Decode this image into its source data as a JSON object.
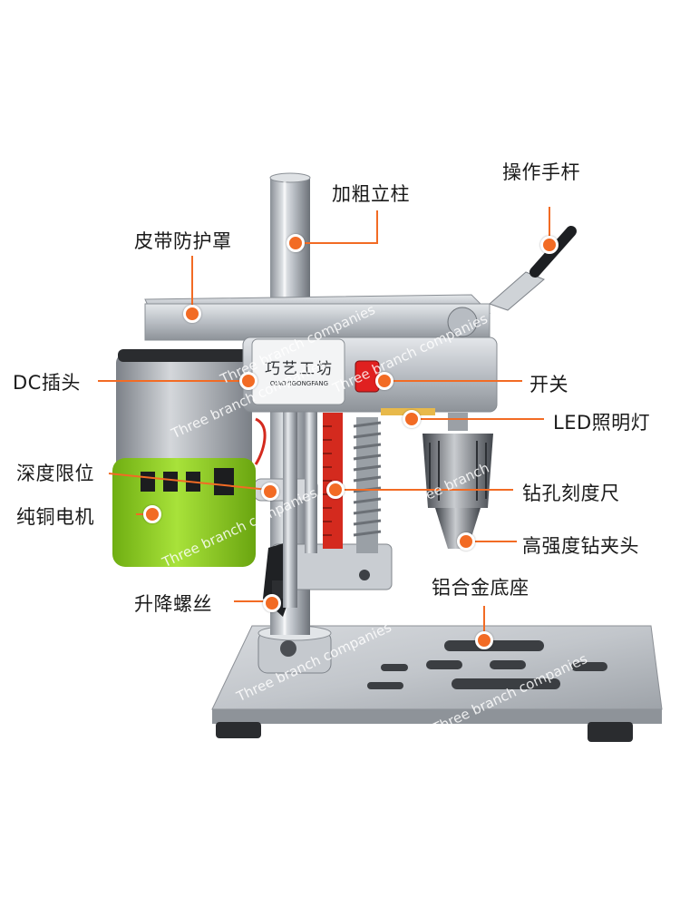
{
  "logo": {
    "chinese": "巧艺工坊",
    "pinyin": "QIAOYIGONGFANG"
  },
  "watermark": "Three branch companies",
  "labels": {
    "column": "加粗立柱",
    "handle": "操作手杆",
    "belt_guard": "皮带防护罩",
    "dc_plug": "DC插头",
    "switch": "开关",
    "led_light": "LED照明灯",
    "depth_limit": "深度限位",
    "drill_scale": "钻孔刻度尺",
    "copper_motor": "纯铜电机",
    "chuck": "高强度钻夹头",
    "lift_screw": "升降螺丝",
    "base": "铝合金底座"
  },
  "colors": {
    "accent_dot": "#f26b24",
    "leader_line": "#f26b24",
    "motor_green": "#8fd11e",
    "switch_red": "#e02020",
    "scale_red": "#d42a1e"
  }
}
